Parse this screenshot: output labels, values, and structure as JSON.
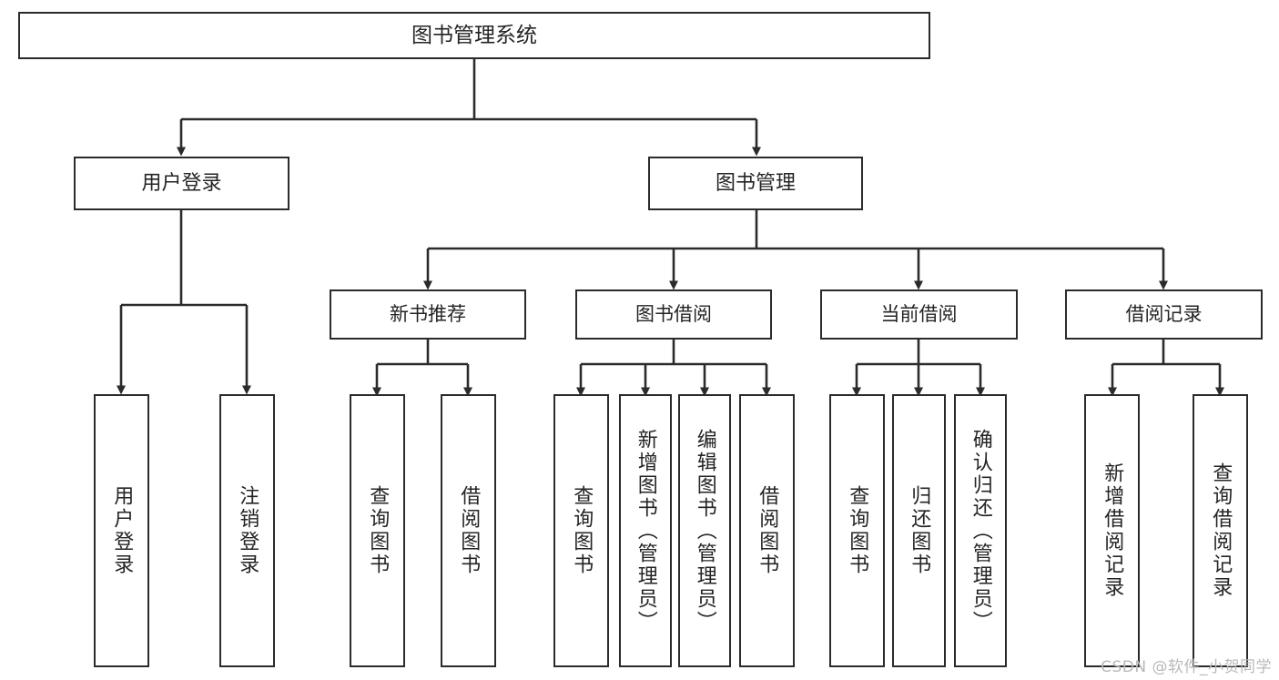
{
  "diagram": {
    "title": "图书管理系统",
    "type": "tree",
    "watermark": "CSDN @软件_小贺同学",
    "nodes": {
      "root": {
        "label": "图书管理系统"
      },
      "login": {
        "label": "用户登录"
      },
      "bookmgmt": {
        "label": "图书管理"
      },
      "newbook": {
        "label": "新书推荐"
      },
      "borrow": {
        "label": "图书借阅"
      },
      "current": {
        "label": "当前借阅"
      },
      "record": {
        "label": "借阅记录"
      },
      "leaf_login_1": {
        "label": "用户登录"
      },
      "leaf_login_2": {
        "label": "注销登录"
      },
      "leaf_new_1": {
        "label": "查询图书"
      },
      "leaf_new_2": {
        "label": "借阅图书"
      },
      "leaf_borrow_1": {
        "label": "查询图书"
      },
      "leaf_borrow_2": {
        "label": "新增图书（管理员）"
      },
      "leaf_borrow_3": {
        "label": "编辑图书（管理员）"
      },
      "leaf_borrow_4": {
        "label": "借阅图书"
      },
      "leaf_cur_1": {
        "label": "查询图书"
      },
      "leaf_cur_2": {
        "label": "归还图书"
      },
      "leaf_cur_3": {
        "label": "确认归还（管理员）"
      },
      "leaf_rec_1": {
        "label": "新增借阅记录"
      },
      "leaf_rec_2": {
        "label": "查询借阅记录"
      }
    },
    "colors": {
      "stroke": "#2b2b2b",
      "fill": "#ffffff",
      "text": "#242424",
      "watermark": "#b9b9b9"
    }
  }
}
